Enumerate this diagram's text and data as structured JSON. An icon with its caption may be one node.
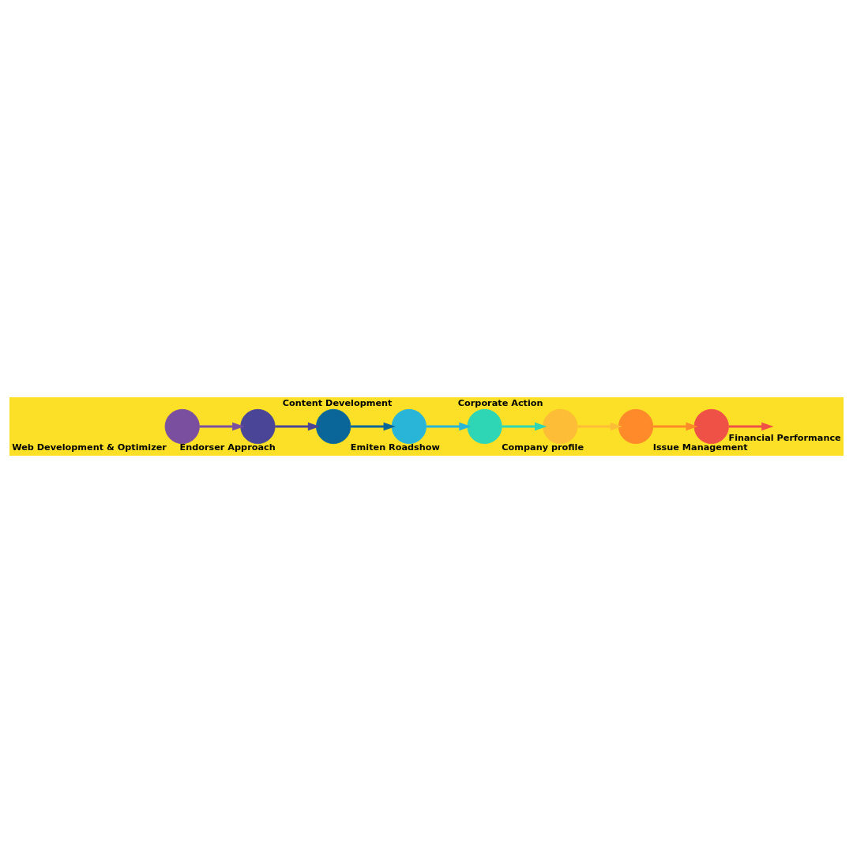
{
  "diagram": {
    "nodes": [
      {
        "text": [],
        "shape": "circle",
        "beside": [
          "Web Development & Optimizer"
        ]
      },
      {
        "text": [],
        "shape": "circle",
        "beside": [
          "Endorser Approach"
        ]
      },
      {
        "text": [],
        "shape": "circle",
        "beside": [
          "Emiten Roadshow"
        ]
      },
      {
        "text": [],
        "shape": "circle",
        "beside": [
          "Content Development"
        ]
      },
      {
        "text": [],
        "shape": "circle",
        "beside": [
          "Company profile"
        ]
      },
      {
        "text": [],
        "shape": "circle",
        "beside": [
          "Corporate Action"
        ]
      },
      {
        "text": [],
        "shape": "circle",
        "beside": [
          "Issue Management"
        ]
      },
      {
        "text": [],
        "shape": "circle",
        "beside": [
          "Financial Performance"
        ]
      }
    ],
    "edges": [
      {
        "from": 0,
        "to": 1,
        "arrow": "to",
        "color": "#7b4fa0"
      },
      {
        "from": 1,
        "to": 2,
        "arrow": "to",
        "color": "#4a4596"
      },
      {
        "from": 2,
        "to": 3,
        "arrow": "to",
        "color": "#0a6599"
      },
      {
        "from": 3,
        "to": 4,
        "arrow": "to",
        "color": "#29b5d8"
      },
      {
        "from": 4,
        "to": 5,
        "arrow": "to",
        "color": "#2fd6b6"
      },
      {
        "from": 5,
        "to": 6,
        "arrow": "to",
        "color": "#fdbd36"
      },
      {
        "from": 6,
        "to": 7,
        "arrow": "to",
        "color": "#fe8a2a"
      },
      {
        "from": 7,
        "to": null,
        "arrow": "to",
        "color": "#f05146"
      }
    ]
  }
}
